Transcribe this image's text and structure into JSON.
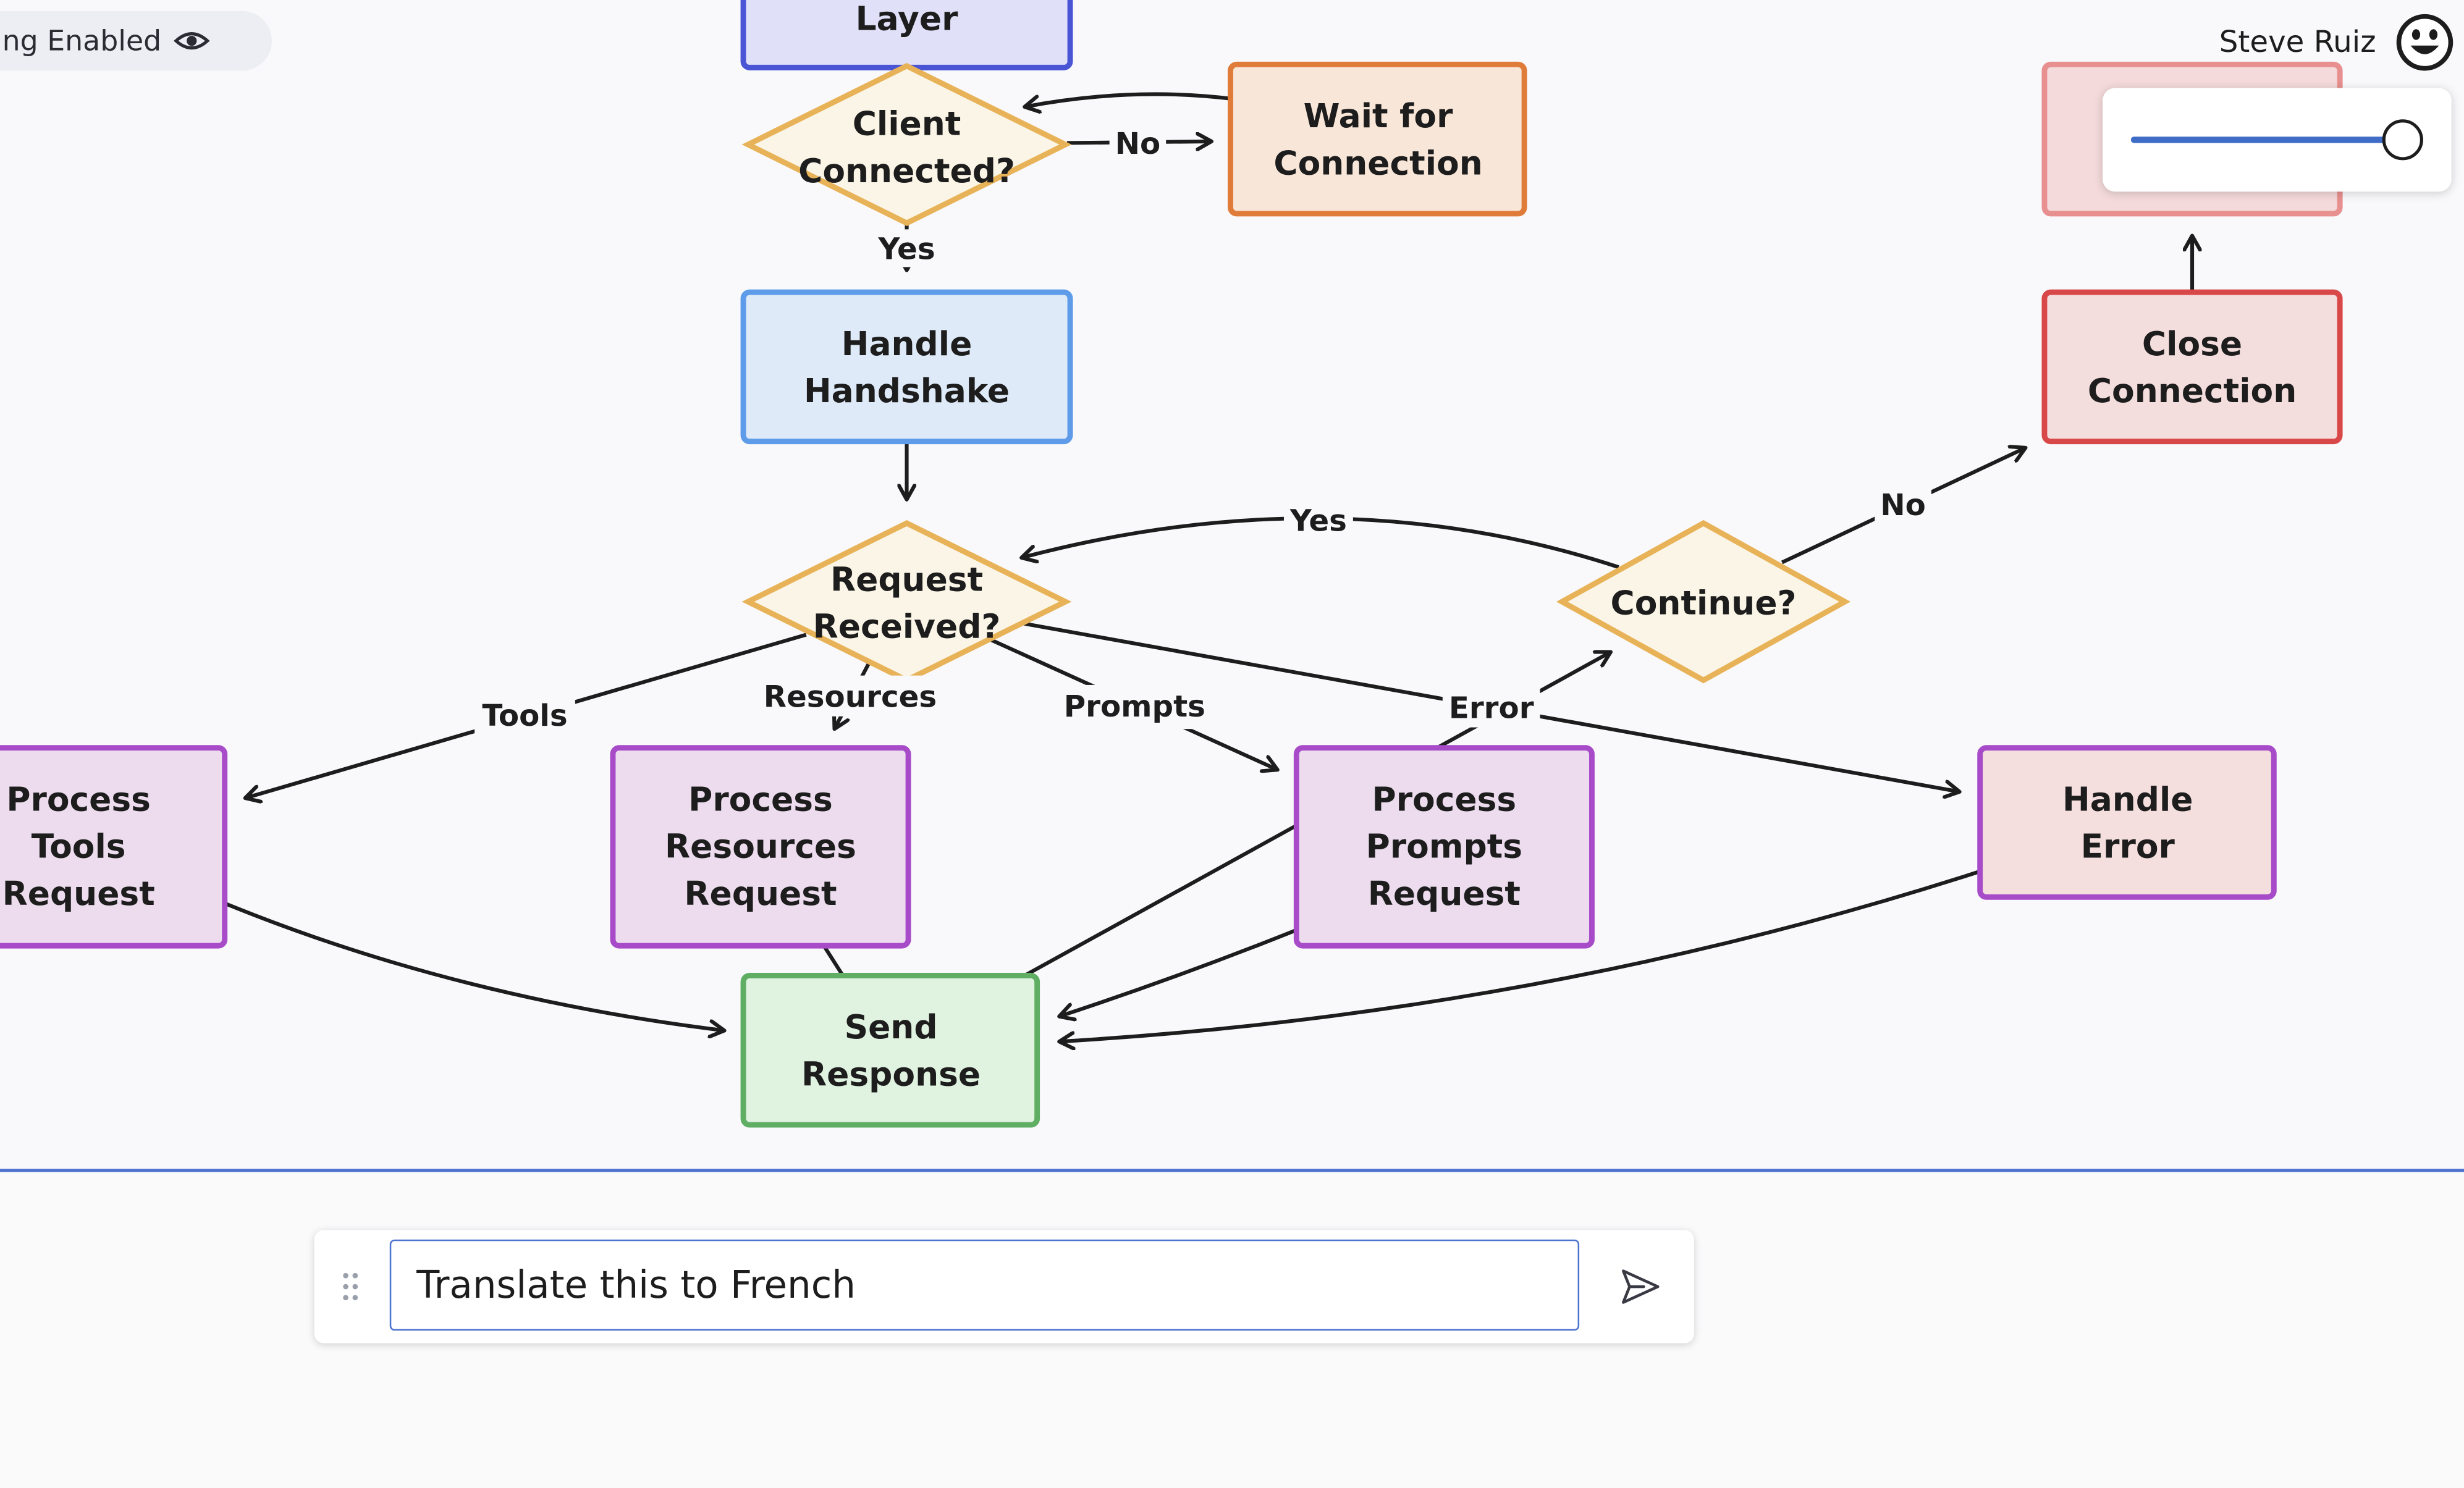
{
  "toolbar": {
    "status_pill": "ining Enabled",
    "status_icon": "eye-icon"
  },
  "user": {
    "name": "Steve Ruiz",
    "avatar_icon": "smiley-face-icon"
  },
  "zoom_slider": {
    "value": 1.0
  },
  "diagram": {
    "nodes": [
      {
        "id": "layer",
        "shape": "rect",
        "label": [
          "Layer"
        ],
        "stroke": "#4a55d6",
        "fill": "#e0e0f8"
      },
      {
        "id": "client-connected",
        "shape": "diamond",
        "label": [
          "Client",
          "Connected?"
        ],
        "stroke": "#e8b358",
        "fill": "#faf5e6"
      },
      {
        "id": "wait-for-connection",
        "shape": "rect",
        "label": [
          "Wait for",
          "Connection"
        ],
        "stroke": "#e07c3a",
        "fill": "#f8e6d8"
      },
      {
        "id": "handle-handshake",
        "shape": "rect",
        "label": [
          "Handle",
          "Handshake"
        ],
        "stroke": "#5e9be8",
        "fill": "#deeaf8"
      },
      {
        "id": "request-received",
        "shape": "diamond",
        "label": [
          "Request",
          "Received?"
        ],
        "stroke": "#e8b358",
        "fill": "#faf5e6"
      },
      {
        "id": "continue",
        "shape": "diamond",
        "label": [
          "Continue?"
        ],
        "stroke": "#e8b358",
        "fill": "#faf5e6"
      },
      {
        "id": "hidden-node",
        "shape": "rect",
        "label": [],
        "stroke": "#e88f8f",
        "fill": "#f4dada"
      },
      {
        "id": "close-connection",
        "shape": "rect",
        "label": [
          "Close",
          "Connection"
        ],
        "stroke": "#d94848",
        "fill": "#f4dedd"
      },
      {
        "id": "process-tools",
        "shape": "rect",
        "label": [
          "Process",
          "Tools",
          "Request"
        ],
        "stroke": "#a74bc9",
        "fill": "#ecdcee"
      },
      {
        "id": "process-resources",
        "shape": "rect",
        "label": [
          "Process",
          "Resources",
          "Request"
        ],
        "stroke": "#a74bc9",
        "fill": "#ecdcee"
      },
      {
        "id": "process-prompts",
        "shape": "rect",
        "label": [
          "Process",
          "Prompts",
          "Request"
        ],
        "stroke": "#a74bc9",
        "fill": "#ecdcee"
      },
      {
        "id": "handle-error",
        "shape": "rect",
        "label": [
          "Handle",
          "Error"
        ],
        "stroke": "#a74bc9",
        "fill": "#f4dede"
      },
      {
        "id": "send-response",
        "shape": "rect",
        "label": [
          "Send",
          "Response"
        ],
        "stroke": "#5fae64",
        "fill": "#e0f2e0"
      }
    ],
    "edges": [
      {
        "id": "layer-to-client",
        "from": "layer",
        "to": "client-connected",
        "label": ""
      },
      {
        "id": "client-no",
        "from": "client-connected",
        "to": "wait-for-connection",
        "label": "No"
      },
      {
        "id": "wait-back",
        "from": "wait-for-connection",
        "to": "client-connected",
        "label": ""
      },
      {
        "id": "client-yes",
        "from": "client-connected",
        "to": "handle-handshake",
        "label": "Yes"
      },
      {
        "id": "handshake-to-request",
        "from": "handle-handshake",
        "to": "request-received",
        "label": ""
      },
      {
        "id": "request-tools",
        "from": "request-received",
        "to": "process-tools",
        "label": "Tools"
      },
      {
        "id": "request-resources",
        "from": "request-received",
        "to": "process-resources",
        "label": "Resources"
      },
      {
        "id": "request-prompts",
        "from": "request-received",
        "to": "process-prompts",
        "label": "Prompts"
      },
      {
        "id": "request-error",
        "from": "request-received",
        "to": "handle-error",
        "label": "Error"
      },
      {
        "id": "tools-to-response",
        "from": "process-tools",
        "to": "send-response",
        "label": ""
      },
      {
        "id": "resources-to-response",
        "from": "process-resources",
        "to": "send-response",
        "label": ""
      },
      {
        "id": "prompts-to-response",
        "from": "process-prompts",
        "to": "send-response",
        "label": ""
      },
      {
        "id": "error-to-response",
        "from": "handle-error",
        "to": "send-response",
        "label": ""
      },
      {
        "id": "response-to-continue",
        "from": "send-response",
        "to": "continue",
        "label": ""
      },
      {
        "id": "continue-yes",
        "from": "continue",
        "to": "request-received",
        "label": "Yes"
      },
      {
        "id": "continue-no",
        "from": "continue",
        "to": "close-connection",
        "label": "No"
      },
      {
        "id": "close-up",
        "from": "close-connection",
        "to": "hidden-node",
        "label": ""
      }
    ]
  },
  "prompt": {
    "value": "Translate this to French",
    "send_icon": "send-icon",
    "drag_icon": "drag-handle-icon"
  }
}
